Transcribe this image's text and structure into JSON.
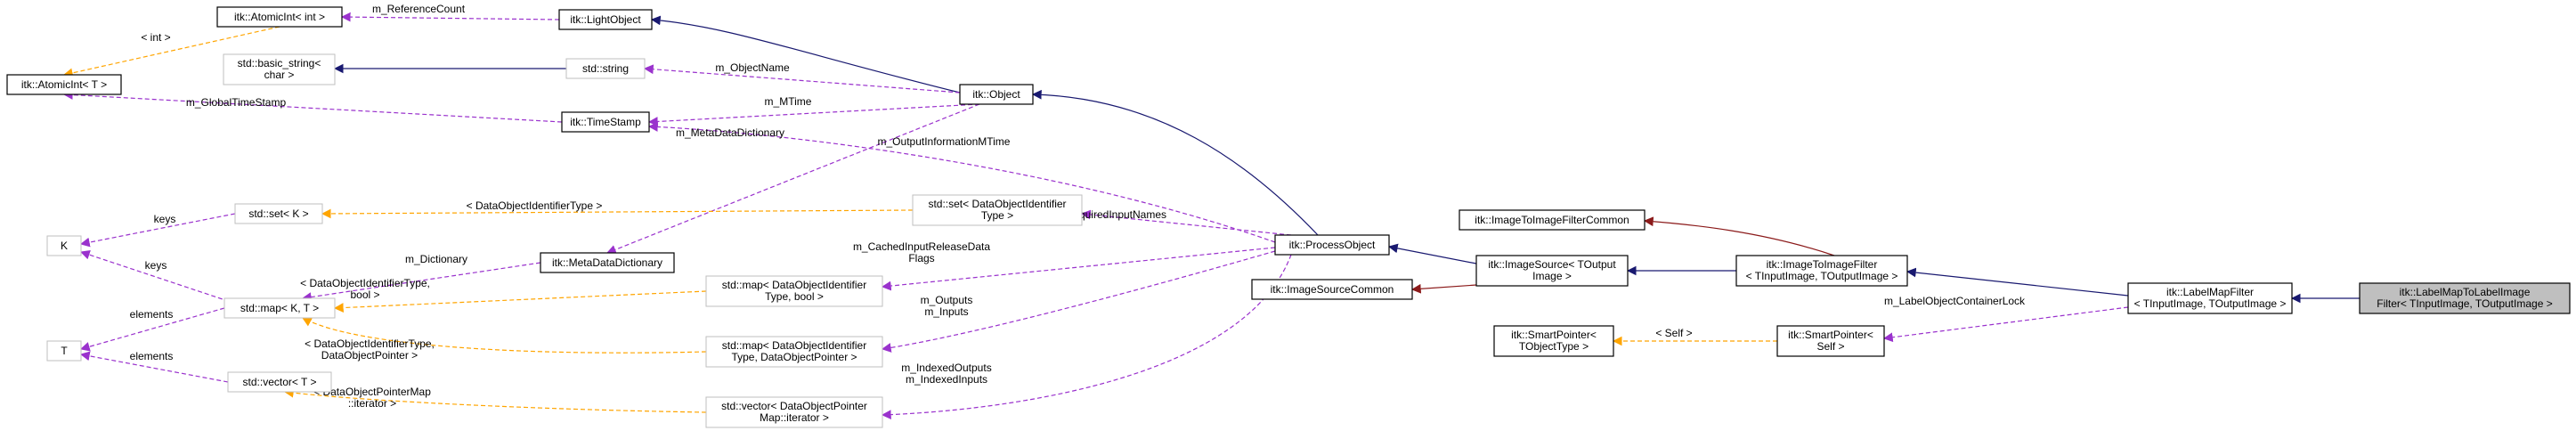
{
  "colors": {
    "inheritance": "#191970",
    "usage": "#9a32cd",
    "template": "#ffa500",
    "protected": "#8b1a1a"
  },
  "nodes": {
    "atomic_int_int": [
      "itk::AtomicInt< int >"
    ],
    "atomic_int_t": [
      "itk::AtomicInt< T >"
    ],
    "light_object": [
      "itk::LightObject"
    ],
    "basic_string": [
      "std::basic_string<",
      "char >"
    ],
    "std_string": [
      "std::string"
    ],
    "itk_object": [
      "itk::Object"
    ],
    "time_stamp": [
      "itk::TimeStamp"
    ],
    "k": [
      "K"
    ],
    "std_set_k": [
      "std::set< K >"
    ],
    "set_doi": [
      "std::set< DataObjectIdentifier",
      "Type >"
    ],
    "process_object": [
      "itk::ProcessObject"
    ],
    "iif_common": [
      "itk::ImageToImageFilterCommon"
    ],
    "meta_dict": [
      "itk::MetaDataDictionary"
    ],
    "std_map": [
      "std::map< K, T >"
    ],
    "map_bool": [
      "std::map< DataObjectIdentifier",
      "Type, bool >"
    ],
    "image_source": [
      "itk::ImageSource< TOutput",
      "Image >"
    ],
    "iif": [
      "itk::ImageToImageFilter",
      "< TInputImage, TOutputImage >"
    ],
    "label_map_filter": [
      "itk::LabelMapFilter",
      "< TInputImage, TOutputImage >"
    ],
    "label_map_to_label_image": [
      "itk::LabelMapToLabelImage",
      "Filter< TInputImage, TOutputImage >"
    ],
    "is_common": [
      "itk::ImageSourceCommon"
    ],
    "t": [
      "T"
    ],
    "map_ptr": [
      "std::map< DataObjectIdentifier",
      "Type, DataObjectPointer >"
    ],
    "sp_tobject": [
      "itk::SmartPointer<",
      "TObjectType >"
    ],
    "sp_self": [
      "itk::SmartPointer<",
      "Self >"
    ],
    "std_vector_t": [
      "std::vector< T >"
    ],
    "vector_iter": [
      "std::vector< DataObjectPointer",
      "Map::iterator >"
    ]
  },
  "edge_labels": {
    "m_reference_count": [
      "m_ReferenceCount"
    ],
    "int_arg": [
      "< int >"
    ],
    "m_object_name": [
      "m_ObjectName"
    ],
    "m_global_time_stamp": [
      "m_GlobalTimeStamp"
    ],
    "m_mtime": [
      "m_MTime"
    ],
    "m_meta_data_dictionary": [
      "m_MetaDataDictionary"
    ],
    "m_output_information_mtime": [
      "m_OutputInformationMTime"
    ],
    "keys_set": [
      "keys"
    ],
    "doi_type_arg": [
      "< DataObjectIdentifierType >"
    ],
    "m_required_input_names": [
      "m_RequiredInputNames"
    ],
    "m_dictionary": [
      "m_Dictionary"
    ],
    "m_cached_input_release": [
      "m_CachedInputReleaseData",
      "Flags"
    ],
    "keys_map": [
      "keys"
    ],
    "doi_bool_arg": [
      "< DataObjectIdentifierType,",
      "bool >"
    ],
    "m_outputs_inputs": [
      "m_Outputs",
      "m_Inputs"
    ],
    "elements_map": [
      "elements"
    ],
    "doi_ptr_arg": [
      "< DataObjectIdentifierType,",
      "DataObjectPointer >"
    ],
    "m_label_object_container_lock": [
      "m_LabelObjectContainerLock"
    ],
    "self_arg": [
      "< Self >"
    ],
    "elements_vector": [
      "elements"
    ],
    "dop_map_iter_arg": [
      "< DataObjectPointerMap",
      "::iterator >"
    ],
    "m_indexed_outputs_inputs": [
      "m_IndexedOutputs",
      "m_IndexedInputs"
    ]
  }
}
